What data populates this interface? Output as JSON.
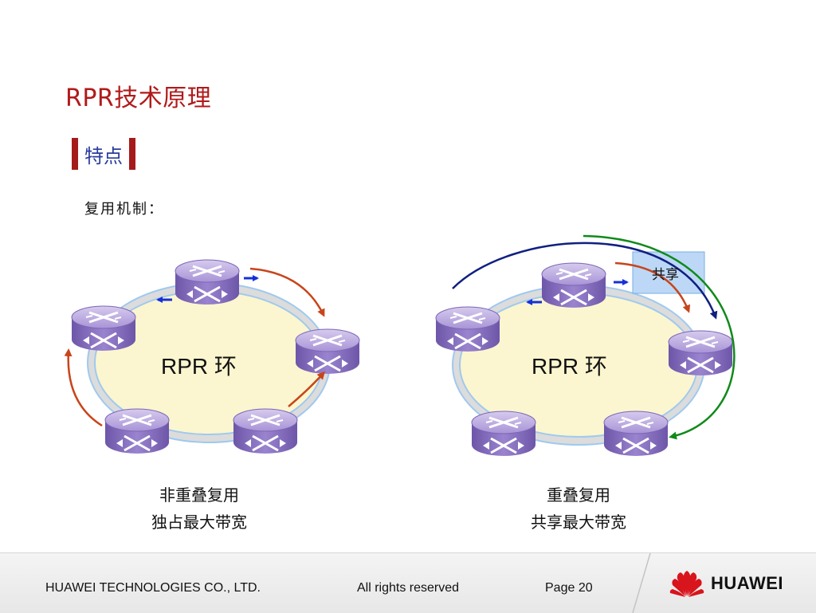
{
  "slide": {
    "title": "RPR技术原理",
    "section_label": "特点",
    "mux_label": "复用机制："
  },
  "diagrams": {
    "left": {
      "ring_label": "RPR 环",
      "caption_line1": "非重叠复用",
      "caption_line2": "独占最大带宽"
    },
    "right": {
      "ring_label": "RPR 环",
      "shared_box_label": "共享",
      "caption_line1": "重叠复用",
      "caption_line2": "共享最大带宽"
    }
  },
  "footer": {
    "company": "HUAWEI TECHNOLOGIES CO., LTD.",
    "rights": "All rights reserved",
    "page": "Page 20",
    "brand": "HUAWEI"
  },
  "colors": {
    "title": "#b11a1a",
    "section_bar": "#a51b1b",
    "section_text": "#2a3b9b",
    "router_top": "#b5a3dc",
    "router_body": "#8a72c2",
    "ring_fill": "#fbf6cf",
    "red_arrow": "#c8451b",
    "blue_arrow": "#102080",
    "green_arrow": "#108a1a",
    "small_arrow": "#1530d8",
    "shared_box": "#bcd8f6"
  },
  "icons": [
    "router-icon",
    "huawei-logo-icon"
  ]
}
